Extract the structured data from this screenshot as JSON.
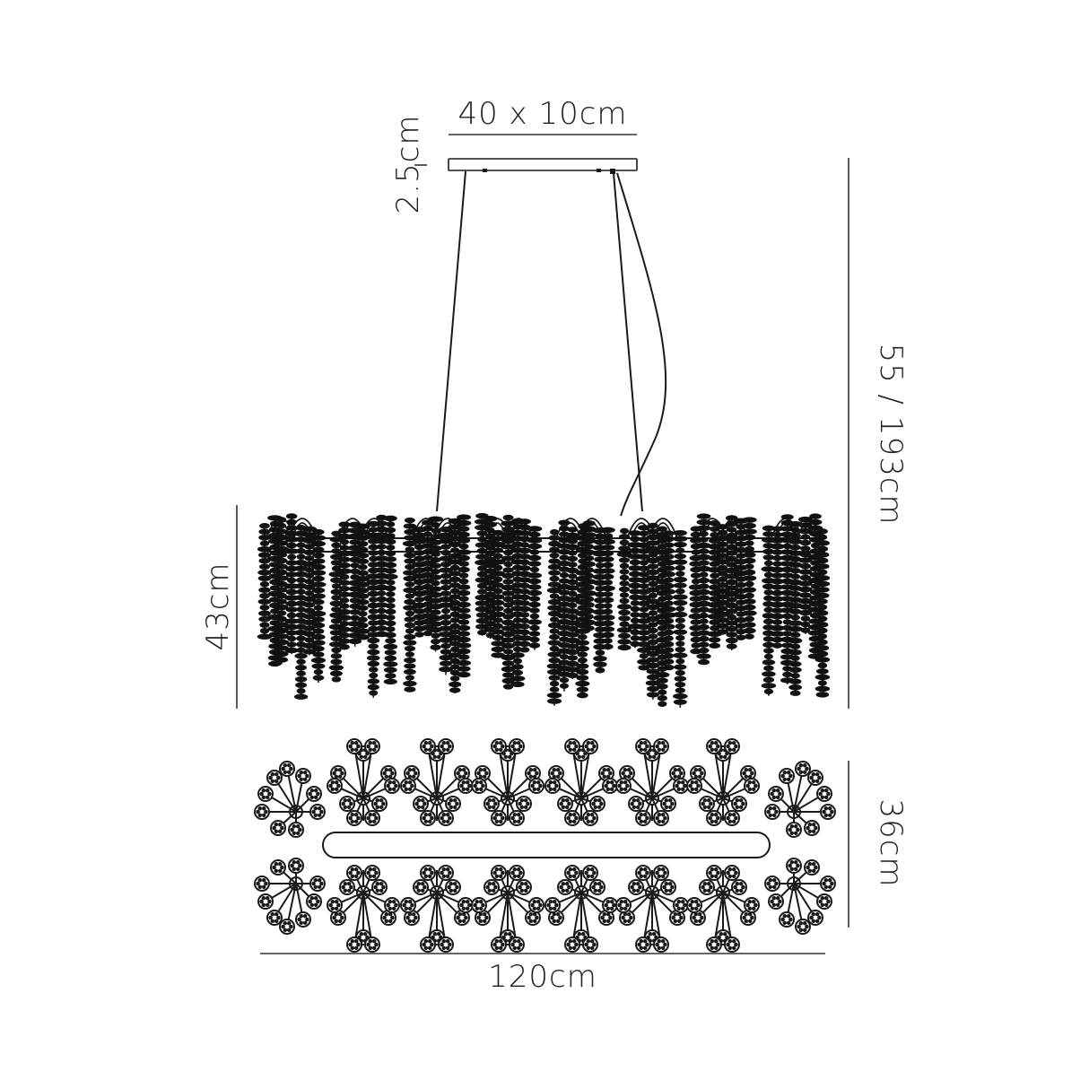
{
  "dimensions": {
    "canopy_size": "40 x 10cm",
    "canopy_height": "2.5cm",
    "drop_height": "55 / 193cm",
    "body_height": "43cm",
    "depth": "36cm",
    "length": "120cm"
  },
  "colors": {
    "line": "#1a1a1a",
    "background": "#ffffff"
  }
}
